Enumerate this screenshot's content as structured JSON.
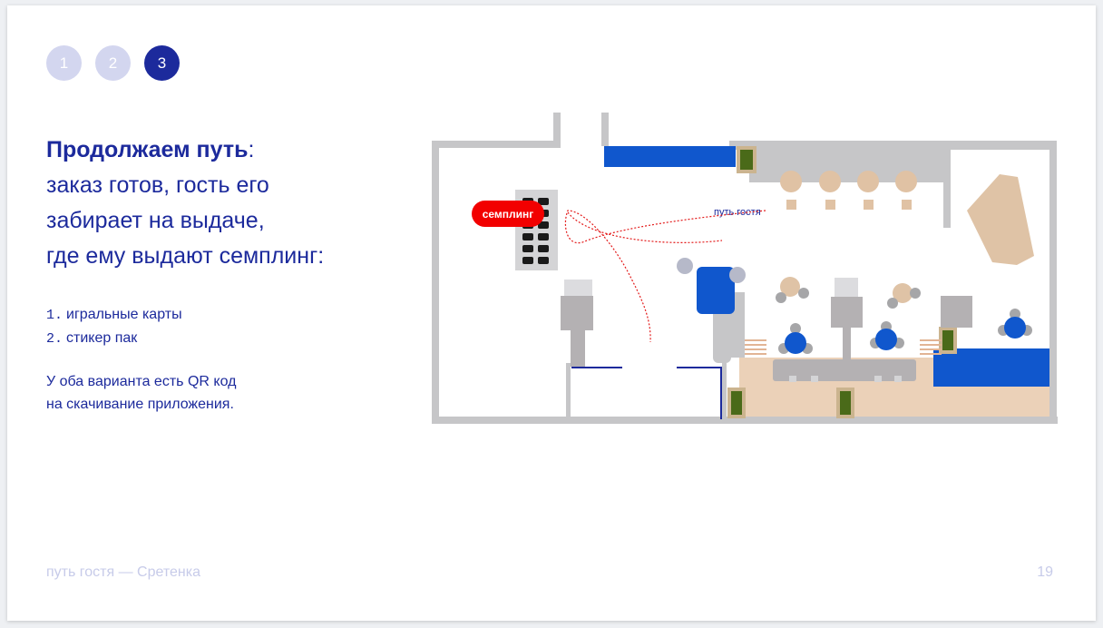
{
  "steps": [
    "1",
    "2",
    "3"
  ],
  "heading": {
    "bold": "Продолжаем путь",
    "colon": ":",
    "lines": [
      "заказ готов, гость его",
      "забирает на выдаче,",
      "где ему выдают семплинг:"
    ]
  },
  "options": [
    {
      "num": "1.",
      "text": "игральные карты"
    },
    {
      "num": "2.",
      "text": "стикер пак"
    }
  ],
  "note": {
    "line1": "У оба варианта есть QR код",
    "line2": "на скачивание приложения."
  },
  "map": {
    "sampling_label": "семплинг",
    "path_label": "путь гостя"
  },
  "footer": {
    "title": "путь гостя — Сретенка",
    "page": "19"
  },
  "colors": {
    "accent": "#1c2a9c",
    "step_inactive": "#d3d6ef",
    "wall": "#c6c6c8",
    "furniture_blue": "#1057cd",
    "floor_beige": "#ebd1b8",
    "plant": "#4a6a19",
    "badge_red": "#f20000"
  }
}
